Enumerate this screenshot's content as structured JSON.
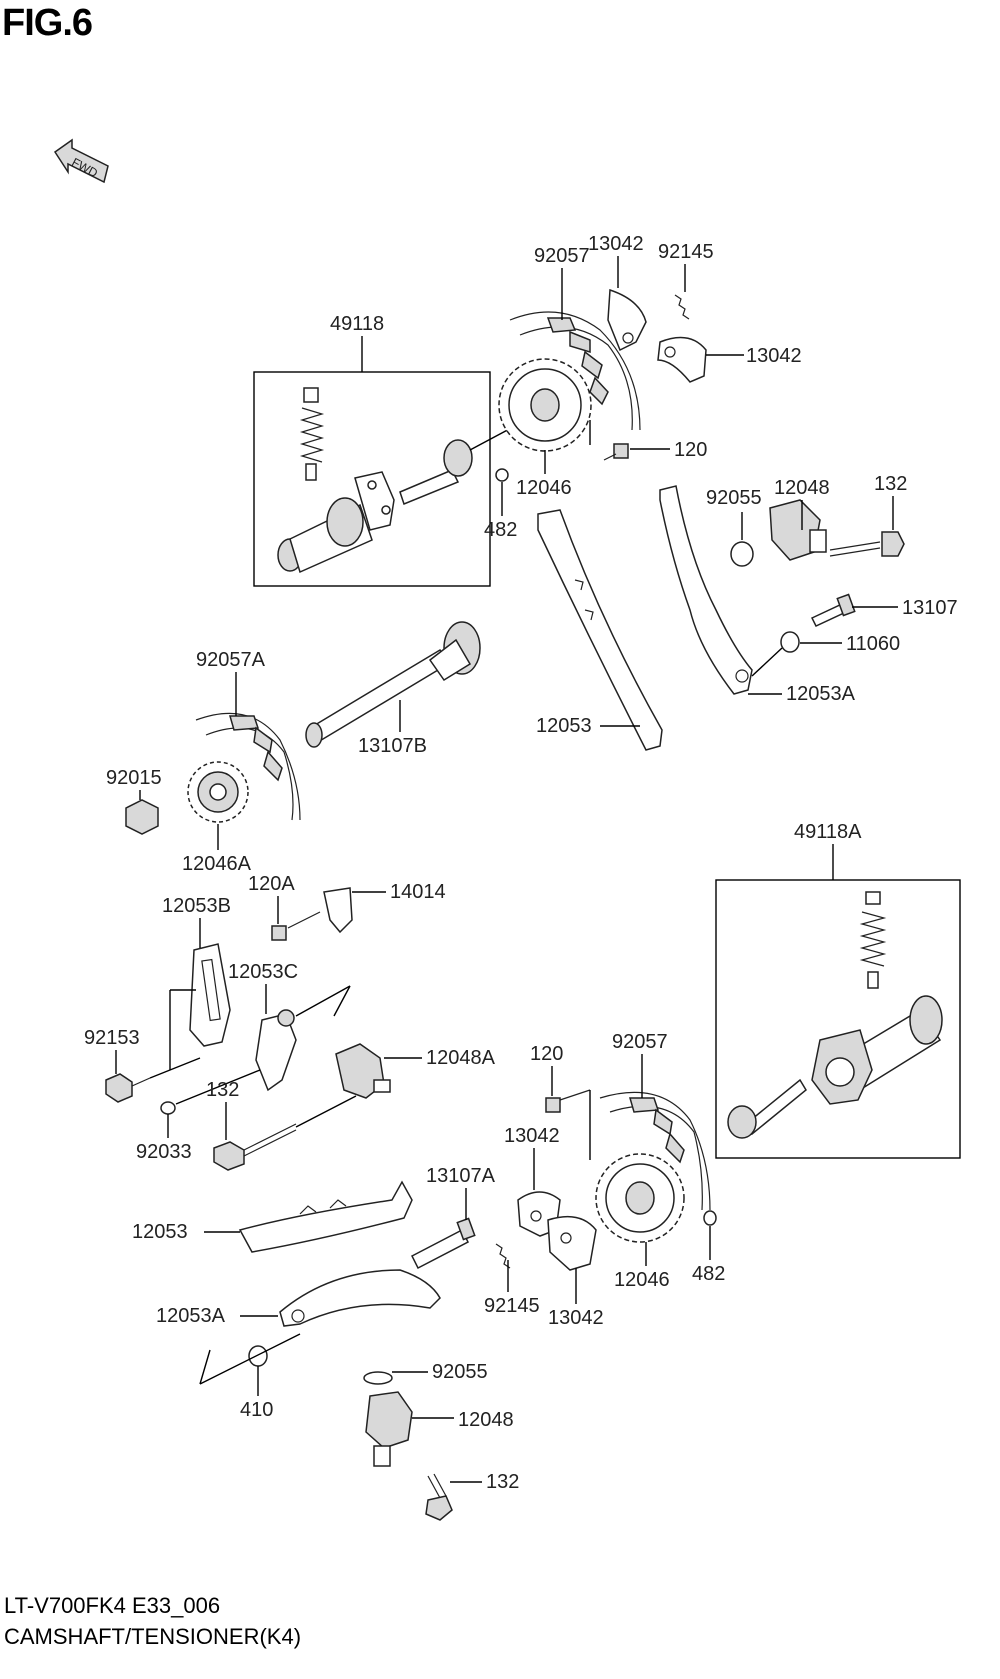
{
  "figure": {
    "title": "FIG.6",
    "fwd_label": "FWD",
    "footer_code": "LT-V700FK4 E33_006",
    "footer_title": "CAMSHAFT/TENSIONER(K4)"
  },
  "callouts": {
    "c_49118": "49118",
    "c_92057_top": "92057",
    "c_13042_top": "13042",
    "c_92145_top": "92145",
    "c_13042_top_right": "13042",
    "c_120_top": "120",
    "c_12046_top": "12046",
    "c_482_top": "482",
    "c_92055_top": "92055",
    "c_12048_top": "12048",
    "c_132_top": "132",
    "c_13107": "13107",
    "c_11060": "11060",
    "c_12053A_top": "12053A",
    "c_12053_top": "12053",
    "c_92057A": "92057A",
    "c_13107B": "13107B",
    "c_92015": "92015",
    "c_12046A": "12046A",
    "c_120A": "120A",
    "c_14014": "14014",
    "c_12053B": "12053B",
    "c_12053C": "12053C",
    "c_92153": "92153",
    "c_132_mid": "132",
    "c_12048A": "12048A",
    "c_92033": "92033",
    "c_49118A": "49118A",
    "c_120_low": "120",
    "c_92057_low": "92057",
    "c_13042_low": "13042",
    "c_13107A": "13107A",
    "c_12053_low": "12053",
    "c_12046_low": "12046",
    "c_482_low": "482",
    "c_92145_low": "92145",
    "c_13042_low2": "13042",
    "c_12053A_low": "12053A",
    "c_92055_low": "92055",
    "c_410": "410",
    "c_12048_low": "12048",
    "c_132_low": "132"
  }
}
